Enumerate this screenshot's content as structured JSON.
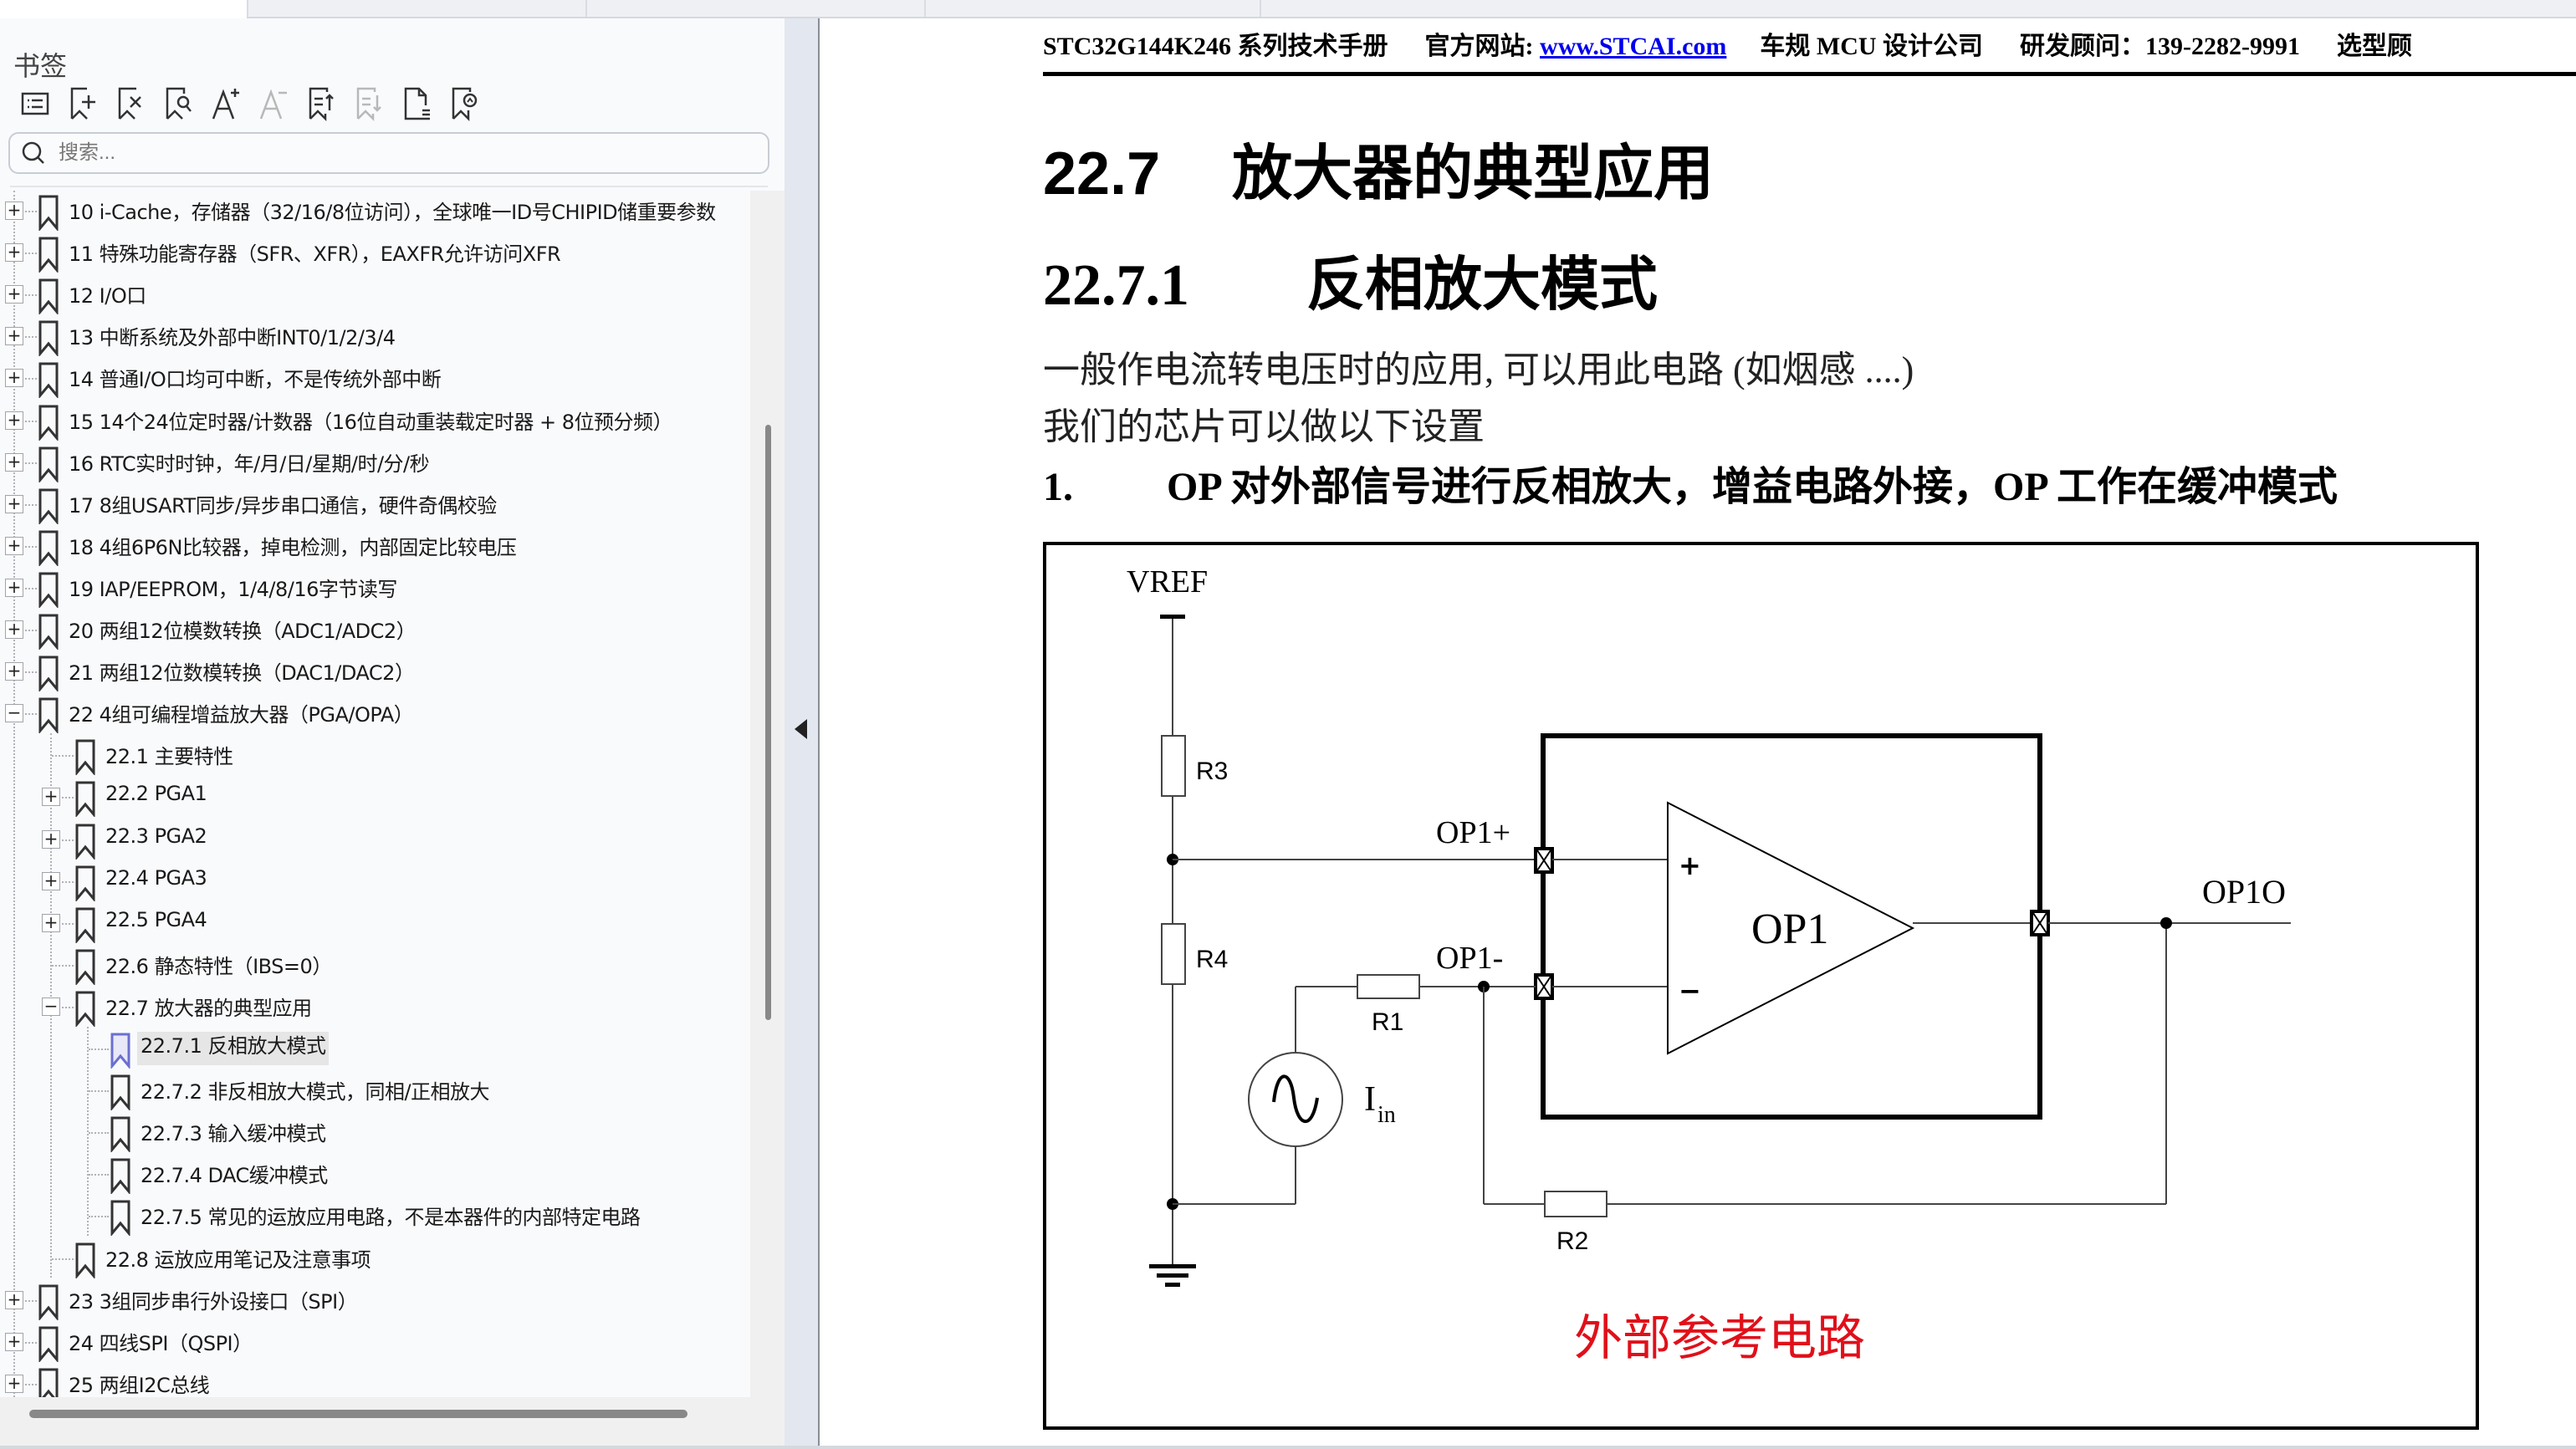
{
  "tabstrip": {
    "tab_dividers_x": [
      295,
      700,
      1105,
      1506
    ]
  },
  "sidebar": {
    "title": "书签",
    "toolbar": [
      {
        "name": "expand-all-icon",
        "tooltip": "list",
        "enabled": true
      },
      {
        "name": "add-bookmark-icon",
        "enabled": true
      },
      {
        "name": "delete-bookmark-icon",
        "enabled": true
      },
      {
        "name": "find-bookmark-icon",
        "enabled": true
      },
      {
        "name": "font-increase-icon",
        "enabled": true
      },
      {
        "name": "font-decrease-icon",
        "enabled": false
      },
      {
        "name": "bookmark-move-up-icon",
        "enabled": true
      },
      {
        "name": "bookmark-move-down-icon",
        "enabled": false
      },
      {
        "name": "page-properties-icon",
        "enabled": true
      },
      {
        "name": "bookmark-goto-icon",
        "enabled": true
      }
    ],
    "search": {
      "placeholder": "搜索...",
      "value": ""
    },
    "tree": [
      {
        "level": 0,
        "label": "10  i-Cache，存储器（32/16/8位访问），全球唯一ID号CHIPID储重要参数",
        "toggle": "+"
      },
      {
        "level": 0,
        "label": "11  特殊功能寄存器（SFR、XFR），EAXFR允许访问XFR",
        "toggle": "+"
      },
      {
        "level": 0,
        "label": "12 I/O口",
        "toggle": "+"
      },
      {
        "level": 0,
        "label": "13  中断系统及外部中断INT0/1/2/3/4",
        "toggle": "+"
      },
      {
        "level": 0,
        "label": "14  普通I/O口均可中断，不是传统外部中断",
        "toggle": "+"
      },
      {
        "level": 0,
        "label": "15  14个24位定时器/计数器（16位自动重装载定时器 + 8位预分频）",
        "toggle": "+"
      },
      {
        "level": 0,
        "label": "16  RTC实时时钟，年/月/日/星期/时/分/秒",
        "toggle": "+"
      },
      {
        "level": 0,
        "label": "17  8组USART同步/异步串口通信，硬件奇偶校验",
        "toggle": "+"
      },
      {
        "level": 0,
        "label": "18  4组6P6N比较器，掉电检测，内部固定比较电压",
        "toggle": "+"
      },
      {
        "level": 0,
        "label": "19  IAP/EEPROM，1/4/8/16字节读写",
        "toggle": "+"
      },
      {
        "level": 0,
        "label": "20  两组12位模数转换（ADC1/ADC2）",
        "toggle": "+"
      },
      {
        "level": 0,
        "label": "21  两组12位数模转换（DAC1/DAC2）",
        "toggle": "+"
      },
      {
        "level": 0,
        "label": "22  4组可编程增益放大器（PGA/OPA）",
        "toggle": "−"
      },
      {
        "level": 1,
        "label": "22.1 主要特性",
        "toggle": ""
      },
      {
        "level": 1,
        "label": "22.2  PGA1",
        "toggle": "+"
      },
      {
        "level": 1,
        "label": "22.3  PGA2",
        "toggle": "+"
      },
      {
        "level": 1,
        "label": "22.4  PGA3",
        "toggle": "+"
      },
      {
        "level": 1,
        "label": "22.5  PGA4",
        "toggle": "+"
      },
      {
        "level": 1,
        "label": "22.6  静态特性（IBS=0）",
        "toggle": ""
      },
      {
        "level": 1,
        "label": "22.7  放大器的典型应用",
        "toggle": "−"
      },
      {
        "level": 2,
        "label": "22.7.1 反相放大模式",
        "toggle": "",
        "selected": true
      },
      {
        "level": 2,
        "label": "22.7.2  非反相放大模式，同相/正相放大",
        "toggle": ""
      },
      {
        "level": 2,
        "label": "22.7.3  输入缓冲模式",
        "toggle": ""
      },
      {
        "level": 2,
        "label": "22.7.4   DAC缓冲模式",
        "toggle": ""
      },
      {
        "level": 2,
        "label": "22.7.5  常见的运放应用电路，不是本器件的内部特定电路",
        "toggle": ""
      },
      {
        "level": 1,
        "label": "22.8 运放应用笔记及注意事项",
        "toggle": ""
      },
      {
        "level": 0,
        "label": "23  3组同步串行外设接口（SPI）",
        "toggle": "+"
      },
      {
        "level": 0,
        "label": "24 四线SPI（QSPI）",
        "toggle": "+"
      },
      {
        "level": 0,
        "label": "25  两组I2C总线",
        "toggle": "+"
      }
    ]
  },
  "document": {
    "header": {
      "manual": "STC32G144K246 系列技术手册",
      "site_label": "官方网站:",
      "site_link": "www.STCAI.com",
      "company": "车规 MCU 设计公司",
      "advisor_label": "研发顾问：",
      "advisor_phone": "139-2282-9991",
      "truncated": "选型顾"
    },
    "section": {
      "number": "22.7",
      "title": "放大器的典型应用"
    },
    "subsection": {
      "number": "22.7.1",
      "title": "反相放大模式"
    },
    "paragraph1": "一般作电流转电压时的应用, 可以用此电路 (如烟感 ....)",
    "paragraph2": "我们的芯片可以做以下设置",
    "list_item": {
      "number": "1.",
      "text": "OP 对外部信号进行反相放大，增益电路外接，OP 工作在缓冲模式"
    },
    "circuit": {
      "vref_label": "VREF",
      "r3": "R3",
      "r4": "R4",
      "r1": "R1",
      "r2": "R2",
      "op_plus": "OP1+",
      "op_minus": "OP1-",
      "op_name": "OP1",
      "op_out": "OP1O",
      "plus_sign": "+",
      "minus_sign": "−",
      "source_label": "I",
      "source_sub": "in",
      "caption": "外部参考电路",
      "caption_color": "#e0101a"
    }
  }
}
